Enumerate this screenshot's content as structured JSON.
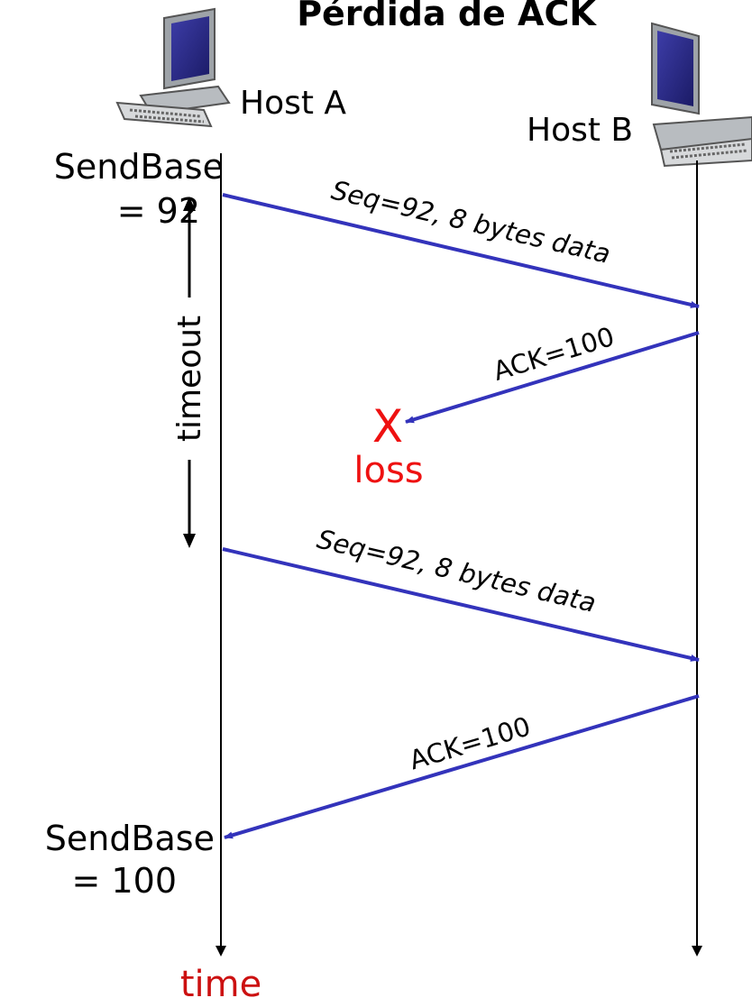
{
  "title": "Pérdida de ACK",
  "hosts": {
    "a": {
      "label": "Host A",
      "icon": "desktop-computer-icon"
    },
    "b": {
      "label": "Host B",
      "icon": "desktop-computer-icon"
    }
  },
  "sendbase_start": {
    "line1": "SendBase",
    "line2": "= 92"
  },
  "sendbase_end": {
    "line1": "SendBase",
    "line2": "= 100"
  },
  "timeout_label": "timeout",
  "messages": [
    {
      "label": "Seq=92, 8 bytes data",
      "direction": "A-to-B"
    },
    {
      "label": "ACK=100",
      "direction": "B-to-A",
      "lost": true
    },
    {
      "label": "Seq=92, 8 bytes data",
      "direction": "A-to-B"
    },
    {
      "label": "ACK=100",
      "direction": "B-to-A"
    }
  ],
  "loss": {
    "mark": "X",
    "label": "loss"
  },
  "time_label": "time",
  "colors": {
    "message": "#3333bb",
    "loss": "#ee1111",
    "time": "#cc1111",
    "text": "#000000"
  }
}
